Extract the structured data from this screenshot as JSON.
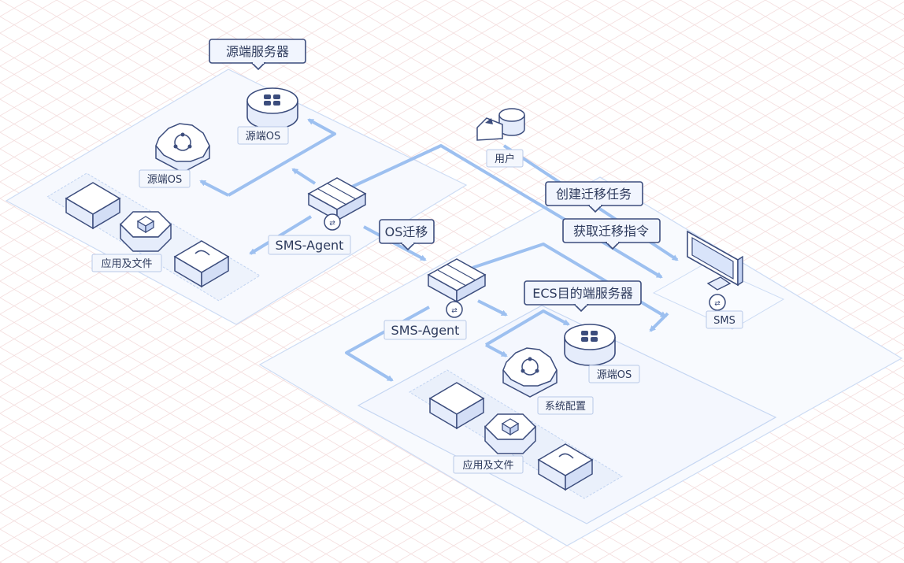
{
  "labels": {
    "source_server": "源端服务器",
    "src_os_top": "源端OS",
    "src_os_left": "源端OS",
    "src_agent": "SMS-Agent",
    "src_app_files": "应用及文件",
    "user": "用户",
    "create_task": "创建迁移任务",
    "get_instruction": "获取迁移指令",
    "os_migration": "OS迁移",
    "dst_agent": "SMS-Agent",
    "ecs_target": "ECS目的端服务器",
    "dst_os": "源端OS",
    "sys_config": "系统配置",
    "dst_app_files": "应用及文件",
    "sms": "SMS"
  },
  "colors": {
    "arrow": "#9dc0f0",
    "panel_stroke": "#c9d9f3",
    "panel_fill": "#f7f9fe",
    "box_stroke": "#3c4d7d",
    "label_fill": "#f4f7fd",
    "callout_fill": "#f1f5fe"
  }
}
